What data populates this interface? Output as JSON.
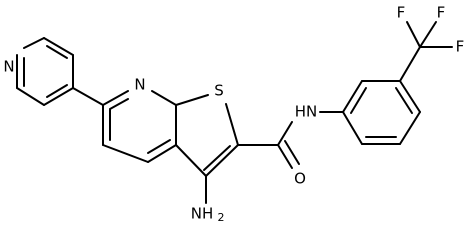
{
  "structure": {
    "atoms": {
      "pyridine_n": "N",
      "ring_n": "N",
      "thiophene_s": "S",
      "amino": "NH",
      "amino_sub": "2",
      "amide_nh": "HN",
      "carbonyl_o": "O",
      "f_top_left": "F",
      "f_top_right": "F",
      "f_right": "F"
    },
    "colors": {
      "bond": "#000000",
      "label": "#000000",
      "background": "#ffffff"
    }
  }
}
